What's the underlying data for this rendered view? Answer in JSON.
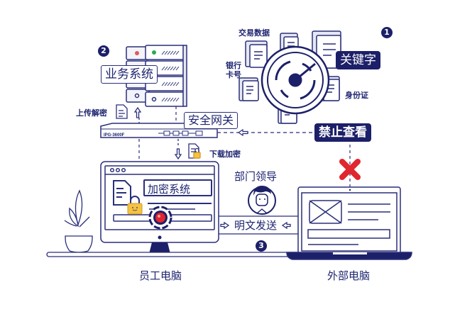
{
  "steps": {
    "one": "1",
    "two": "2",
    "three": "3"
  },
  "business_system": {
    "label": "业务系统"
  },
  "gateway": {
    "label": "安全网关",
    "device_model": "IPG-3600F"
  },
  "upload": {
    "label": "上传解密"
  },
  "download": {
    "label": "下载加密"
  },
  "scanner": {
    "keyword_label": "关键字",
    "data_labels": [
      "交易数据",
      "银行\n卡号",
      "身份证"
    ],
    "trade_data": "交易数据",
    "bank_card_line1": "银行",
    "bank_card_line2": "卡号",
    "id_card": "身份证"
  },
  "block": {
    "label": "禁止查看"
  },
  "employee_pc": {
    "system_label": "加密系统",
    "caption": "员工电脑"
  },
  "leader": {
    "label": "部门领导"
  },
  "transfer": {
    "label": "明文发送"
  },
  "external_pc": {
    "caption": "外部电脑"
  },
  "colors": {
    "navy": "#1c2068",
    "line": "#2a2f7a",
    "red": "#e0262f",
    "lock": "#f5c242",
    "green": "#2ea84f",
    "server_red": "#e05a5a"
  }
}
